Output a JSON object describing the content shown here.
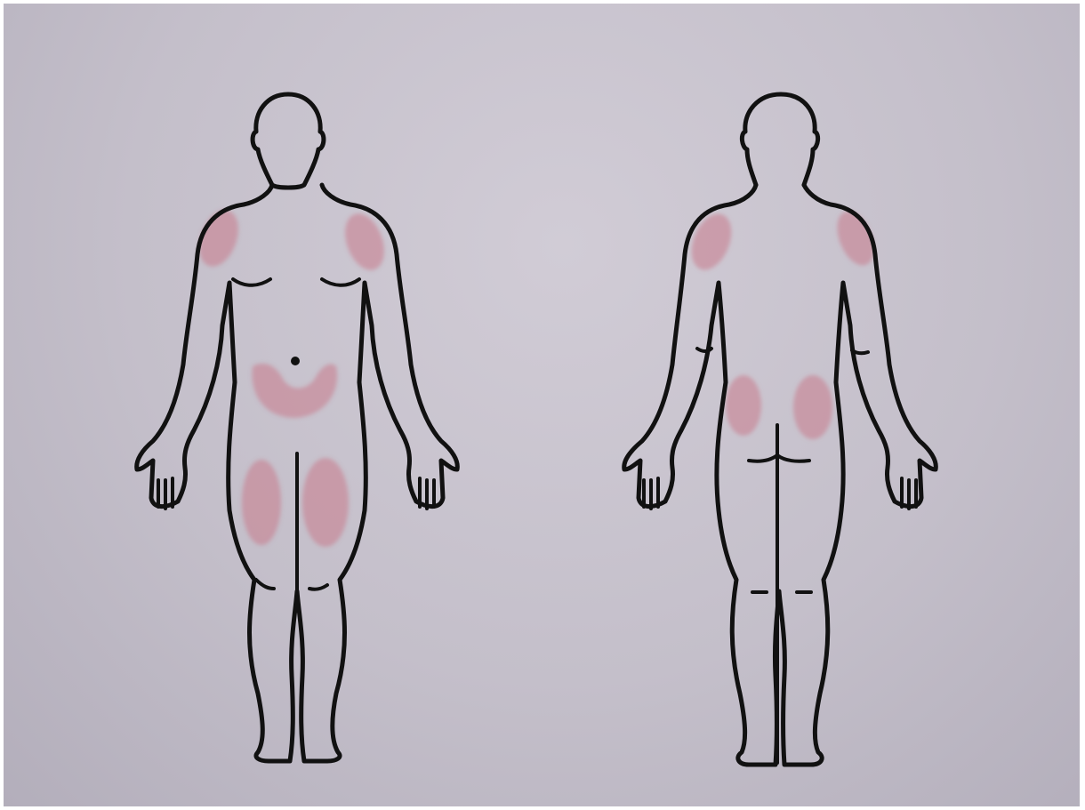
{
  "colors": {
    "paper": "#c6c1cb",
    "outline": "#111111",
    "marking": "#c97a8a"
  },
  "figures": [
    {
      "view": "front",
      "marked_regions": [
        "left-shoulder",
        "right-shoulder",
        "lower-abdomen",
        "left-thigh",
        "right-thigh"
      ]
    },
    {
      "view": "back",
      "marked_regions": [
        "left-shoulder",
        "right-shoulder",
        "left-hip",
        "right-hip"
      ]
    }
  ]
}
